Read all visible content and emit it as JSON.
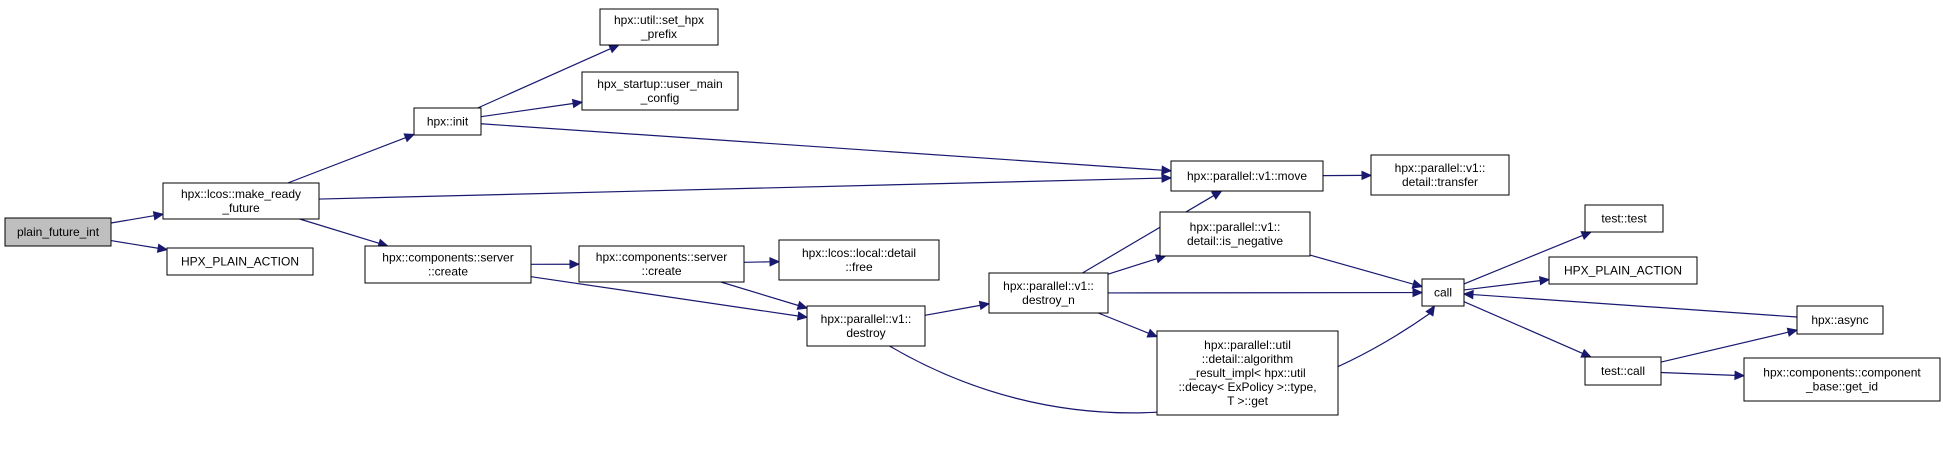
{
  "nodes": [
    {
      "id": "plain_future_int",
      "lines": [
        "plain_future_int"
      ],
      "root": true
    },
    {
      "id": "make_ready_future",
      "lines": [
        "hpx::lcos::make_ready",
        "_future"
      ]
    },
    {
      "id": "plain_action_1",
      "lines": [
        "HPX_PLAIN_ACTION"
      ]
    },
    {
      "id": "hpx_init",
      "lines": [
        "hpx::init"
      ]
    },
    {
      "id": "set_hpx_prefix",
      "lines": [
        "hpx::util::set_hpx",
        "_prefix"
      ]
    },
    {
      "id": "user_main_config",
      "lines": [
        "hpx_startup::user_main",
        "_config"
      ]
    },
    {
      "id": "server_create_1",
      "lines": [
        "hpx::components::server",
        "::create"
      ]
    },
    {
      "id": "server_create_2",
      "lines": [
        "hpx::components::server",
        "::create"
      ]
    },
    {
      "id": "local_free",
      "lines": [
        "hpx::lcos::local::detail",
        "::free"
      ]
    },
    {
      "id": "destroy",
      "lines": [
        "hpx::parallel::v1::",
        "destroy"
      ]
    },
    {
      "id": "destroy_n",
      "lines": [
        "hpx::parallel::v1::",
        "destroy_n"
      ]
    },
    {
      "id": "move",
      "lines": [
        "hpx::parallel::v1::move"
      ]
    },
    {
      "id": "transfer",
      "lines": [
        "hpx::parallel::v1::",
        "detail::transfer"
      ]
    },
    {
      "id": "is_negative",
      "lines": [
        "hpx::parallel::v1::",
        "detail::is_negative"
      ]
    },
    {
      "id": "algorithm_result",
      "lines": [
        "hpx::parallel::util",
        "::detail::algorithm",
        "_result_impl< hpx::util",
        "::decay< ExPolicy >::type,",
        "T >::get"
      ]
    },
    {
      "id": "call",
      "lines": [
        "call"
      ]
    },
    {
      "id": "test_test",
      "lines": [
        "test::test"
      ]
    },
    {
      "id": "plain_action_2",
      "lines": [
        "HPX_PLAIN_ACTION"
      ]
    },
    {
      "id": "hpx_async",
      "lines": [
        "hpx::async"
      ]
    },
    {
      "id": "test_call",
      "lines": [
        "test::call"
      ]
    },
    {
      "id": "get_id",
      "lines": [
        "hpx::components::component",
        "_base::get_id"
      ]
    }
  ],
  "edges": [
    [
      "plain_future_int",
      "make_ready_future"
    ],
    [
      "plain_future_int",
      "plain_action_1"
    ],
    [
      "make_ready_future",
      "hpx_init"
    ],
    [
      "make_ready_future",
      "move"
    ],
    [
      "make_ready_future",
      "server_create_1"
    ],
    [
      "hpx_init",
      "set_hpx_prefix"
    ],
    [
      "hpx_init",
      "user_main_config"
    ],
    [
      "hpx_init",
      "move"
    ],
    [
      "server_create_1",
      "server_create_2"
    ],
    [
      "server_create_1",
      "destroy"
    ],
    [
      "server_create_2",
      "local_free"
    ],
    [
      "server_create_2",
      "destroy"
    ],
    [
      "destroy",
      "destroy_n"
    ],
    [
      "destroy",
      "call"
    ],
    [
      "destroy_n",
      "move"
    ],
    [
      "destroy_n",
      "is_negative"
    ],
    [
      "destroy_n",
      "call"
    ],
    [
      "destroy_n",
      "algorithm_result"
    ],
    [
      "move",
      "transfer"
    ],
    [
      "is_negative",
      "call"
    ],
    [
      "call",
      "test_test"
    ],
    [
      "call",
      "plain_action_2"
    ],
    [
      "call",
      "test_call"
    ],
    [
      "hpx_async",
      "call"
    ],
    [
      "test_call",
      "hpx_async"
    ],
    [
      "test_call",
      "get_id"
    ]
  ]
}
